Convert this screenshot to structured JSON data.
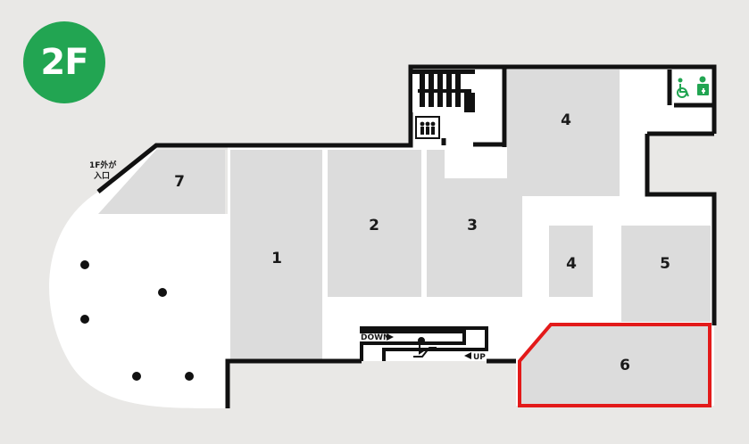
{
  "floor": {
    "label": "2F",
    "badge_color": "#22a552"
  },
  "entrance": {
    "line1": "1F外が",
    "line2": "入口"
  },
  "escalator": {
    "down_label": "DOWN",
    "up_label": "UP"
  },
  "shops": [
    {
      "id": "shop-1",
      "label": "1"
    },
    {
      "id": "shop-2",
      "label": "2"
    },
    {
      "id": "shop-3",
      "label": "3"
    },
    {
      "id": "shop-4-top",
      "label": "4"
    },
    {
      "id": "shop-4-small",
      "label": "4"
    },
    {
      "id": "shop-5",
      "label": "5"
    },
    {
      "id": "shop-6",
      "label": "6"
    },
    {
      "id": "shop-7",
      "label": "7"
    }
  ],
  "colors": {
    "background": "#e9e8e6",
    "corridor": "#ffffff",
    "shop": "#dcdcdc",
    "wall": "#111111",
    "highlight": "#e31a1a",
    "restroom_icon": "#22a552"
  },
  "icons": [
    "stairs-icon",
    "elevator-icon",
    "escalator-icon",
    "wheelchair-icon",
    "restroom-icon",
    "pillar-dot"
  ]
}
